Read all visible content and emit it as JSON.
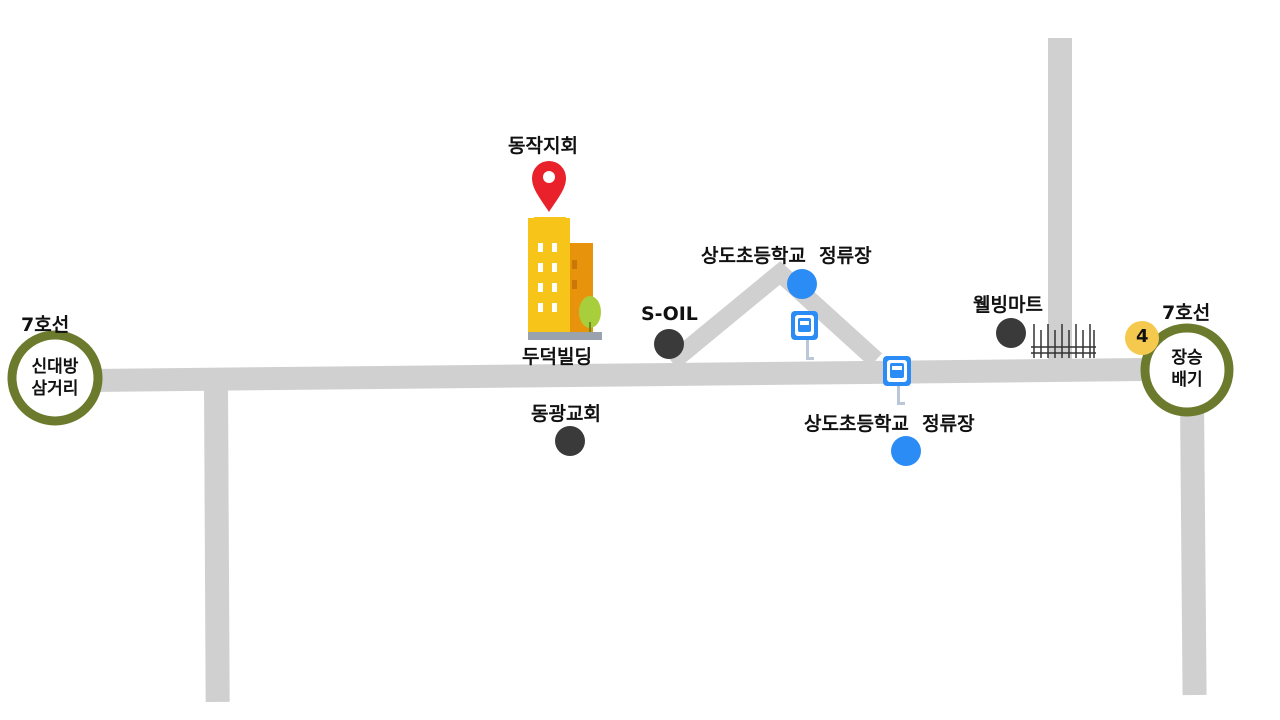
{
  "colors": {
    "road": "#d0d0d0",
    "station_ring": "#6b7a2d",
    "poi_dark": "#3a3a3a",
    "bus_stop": "#2b8cf5",
    "pin": "#e8212b",
    "exit_badge": "#f5c94e"
  },
  "stations": {
    "left": {
      "line": "7호선",
      "name_line1": "신대방",
      "name_line2": "삼거리"
    },
    "right": {
      "line": "7호선",
      "name_line1": "장승",
      "name_line2": "배기",
      "exit_number": "4"
    }
  },
  "destination": {
    "name": "동작지회",
    "building": "두덕빌딩",
    "icon": "map-pin-icon"
  },
  "landmarks": {
    "s_oil": "S-OIL",
    "church": "동광교회",
    "mart": "웰빙마트",
    "bus_stop_upper": "상도초등학교  정류장",
    "bus_stop_lower": "상도초등학교  정류장"
  },
  "icons": {
    "bus_sign": "bus-stop-sign-icon",
    "railroad": "railroad-track-icon",
    "building": "building-icon"
  }
}
